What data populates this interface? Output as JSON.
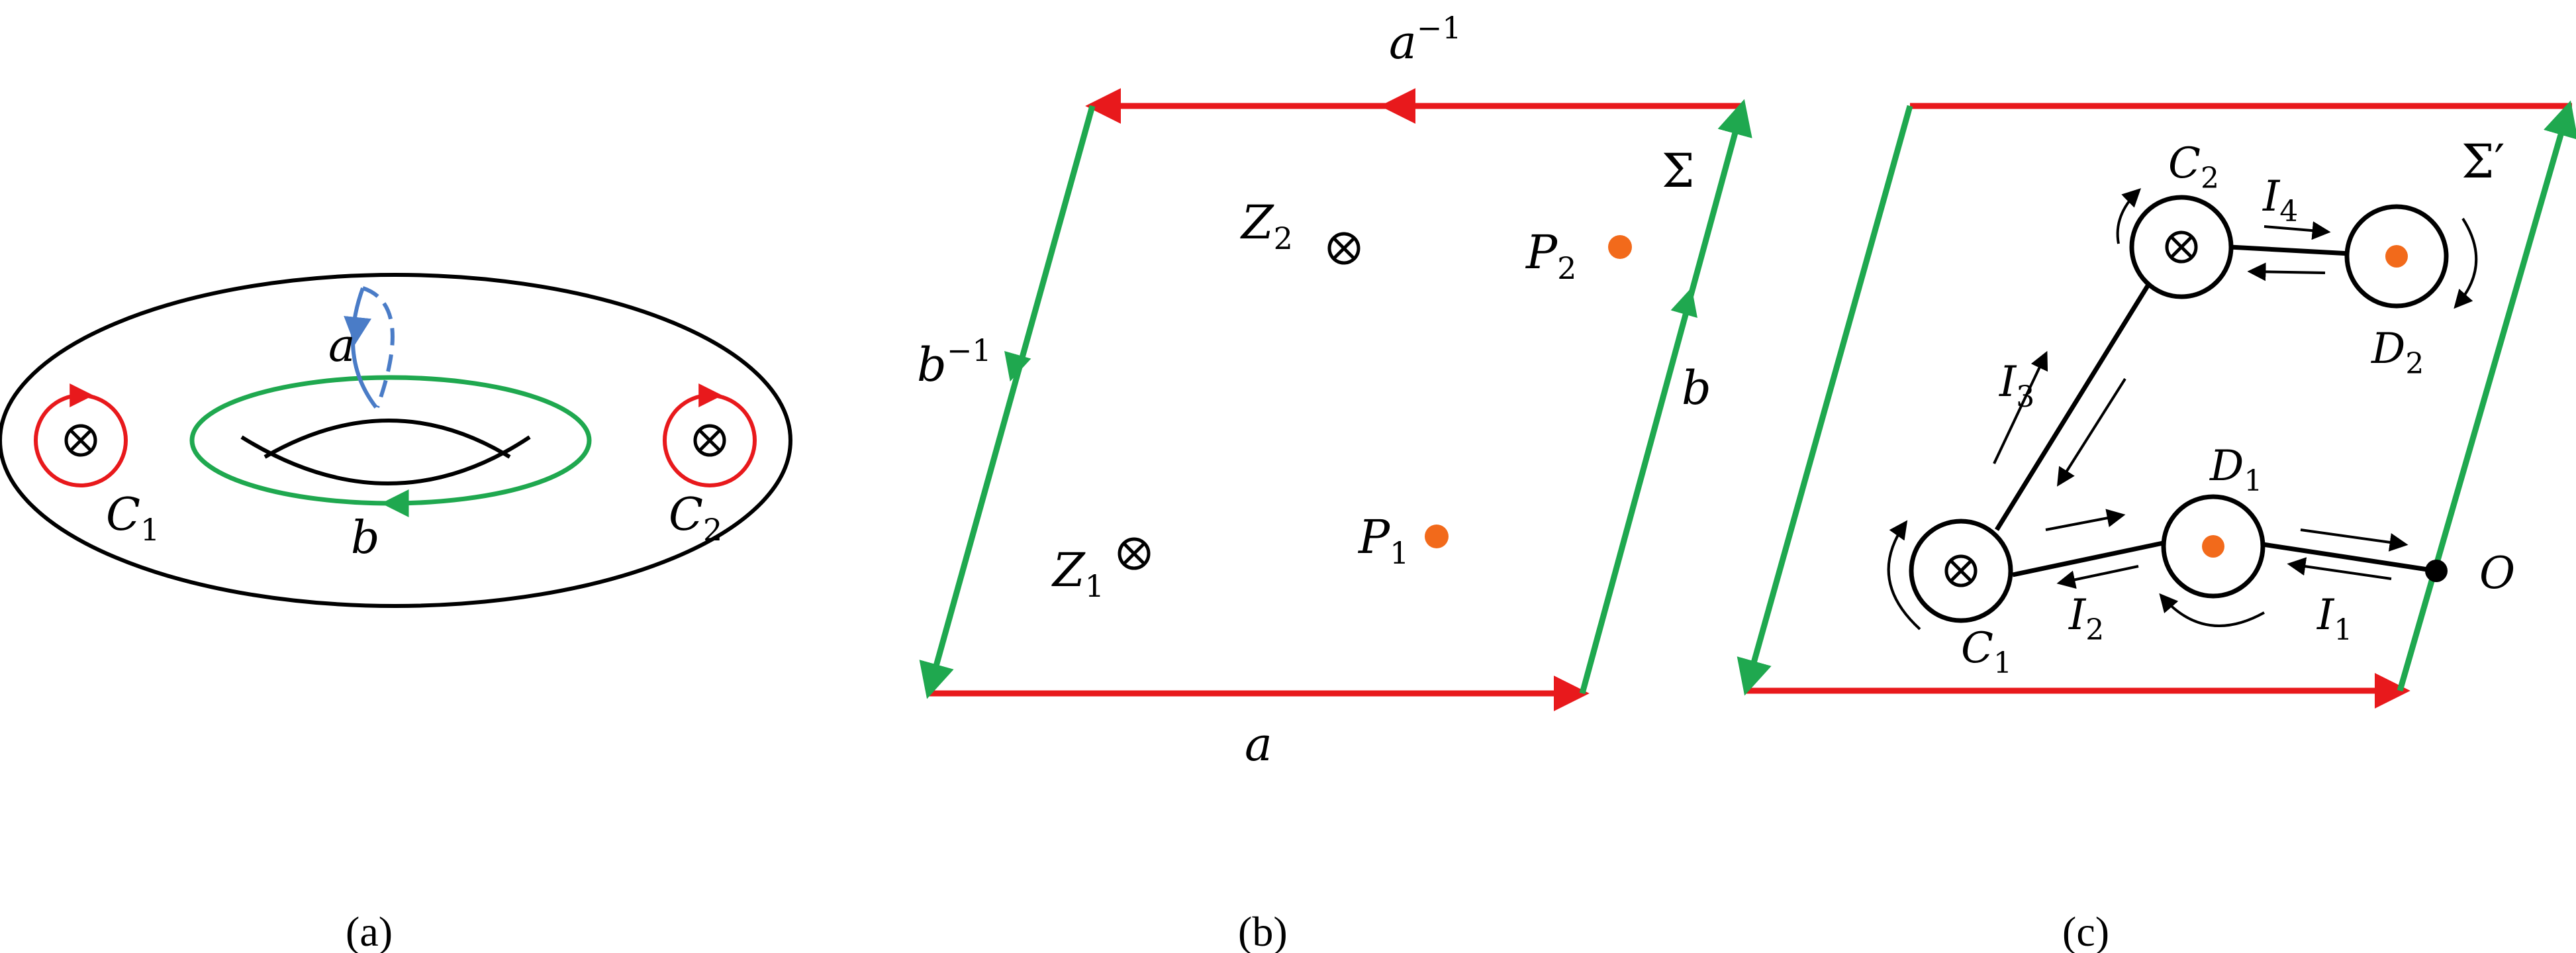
{
  "colors": {
    "red": "#e8191c",
    "green": "#1fa84f",
    "blue": "#4a7cc7",
    "orange": "#f26a1b",
    "black": "#000000"
  },
  "captions": {
    "a": "(a)",
    "b": "(b)",
    "c": "(c)"
  },
  "panel_a": {
    "loop_a": "a",
    "loop_b": "b",
    "C1": {
      "base": "C",
      "sub": "1"
    },
    "C2": {
      "base": "C",
      "sub": "2"
    }
  },
  "panel_b": {
    "top": {
      "base": "a",
      "sup": "−1"
    },
    "bottom": "a",
    "left": {
      "base": "b",
      "sup": "−1"
    },
    "right": "b",
    "surface": "Σ",
    "Z1": {
      "base": "Z",
      "sub": "1"
    },
    "Z2": {
      "base": "Z",
      "sub": "2"
    },
    "P1": {
      "base": "P",
      "sub": "1"
    },
    "P2": {
      "base": "P",
      "sub": "2"
    }
  },
  "panel_c": {
    "surface": "Σ′",
    "C1": {
      "base": "C",
      "sub": "1"
    },
    "C2": {
      "base": "C",
      "sub": "2"
    },
    "D1": {
      "base": "D",
      "sub": "1"
    },
    "D2": {
      "base": "D",
      "sub": "2"
    },
    "I1": {
      "base": "I",
      "sub": "1"
    },
    "I2": {
      "base": "I",
      "sub": "2"
    },
    "I3": {
      "base": "I",
      "sub": "3"
    },
    "I4": {
      "base": "I",
      "sub": "4"
    },
    "origin": "O"
  }
}
